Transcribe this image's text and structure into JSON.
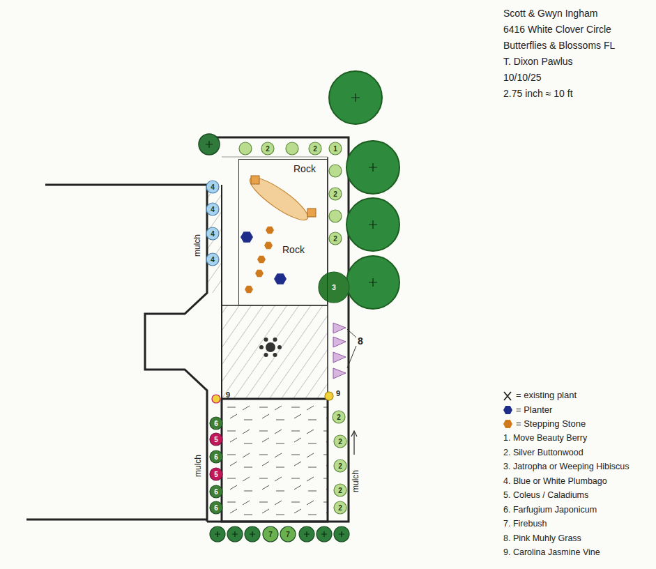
{
  "diagram": {
    "nodes": [
      {
        "text": [
          "Rock",
          "Rock"
        ]
      }
    ],
    "labels": [
      "Scott & Gwyn Ingham",
      "6416 White Clover Circle",
      "Butterflies & Blossoms FL",
      "T. Dixon Pawlus",
      "10/10/25",
      "2.75 inch ≈ 10 ft",
      "2",
      "2",
      "1",
      "2",
      "2",
      "3",
      "4",
      "4",
      "4",
      "4",
      "9",
      "9",
      "6",
      "5",
      "6",
      "5",
      "6",
      "6",
      "2",
      "2",
      "2",
      "2",
      "2",
      "7",
      "7",
      "8",
      "mulch",
      "mulch",
      "mulch",
      "1. Move Beauty Berry",
      "2. Silver Buttonwood",
      "3. Jatropha or Weeping Hibiscus",
      "4. Blue or White Plumbago",
      "5. Coleus / Caladiums",
      "6. Farfugium Japonicum",
      "7. Firebush",
      "8. Pink Muhly Grass",
      "9. Carolina Jasmine Vine"
    ],
    "legend": [
      {
        "text": "= existing plant"
      },
      {
        "text": "= Planter",
        "color": "#1f2d8a"
      },
      {
        "text": "= Stepping Stone",
        "color": "#d07a1e"
      }
    ]
  }
}
